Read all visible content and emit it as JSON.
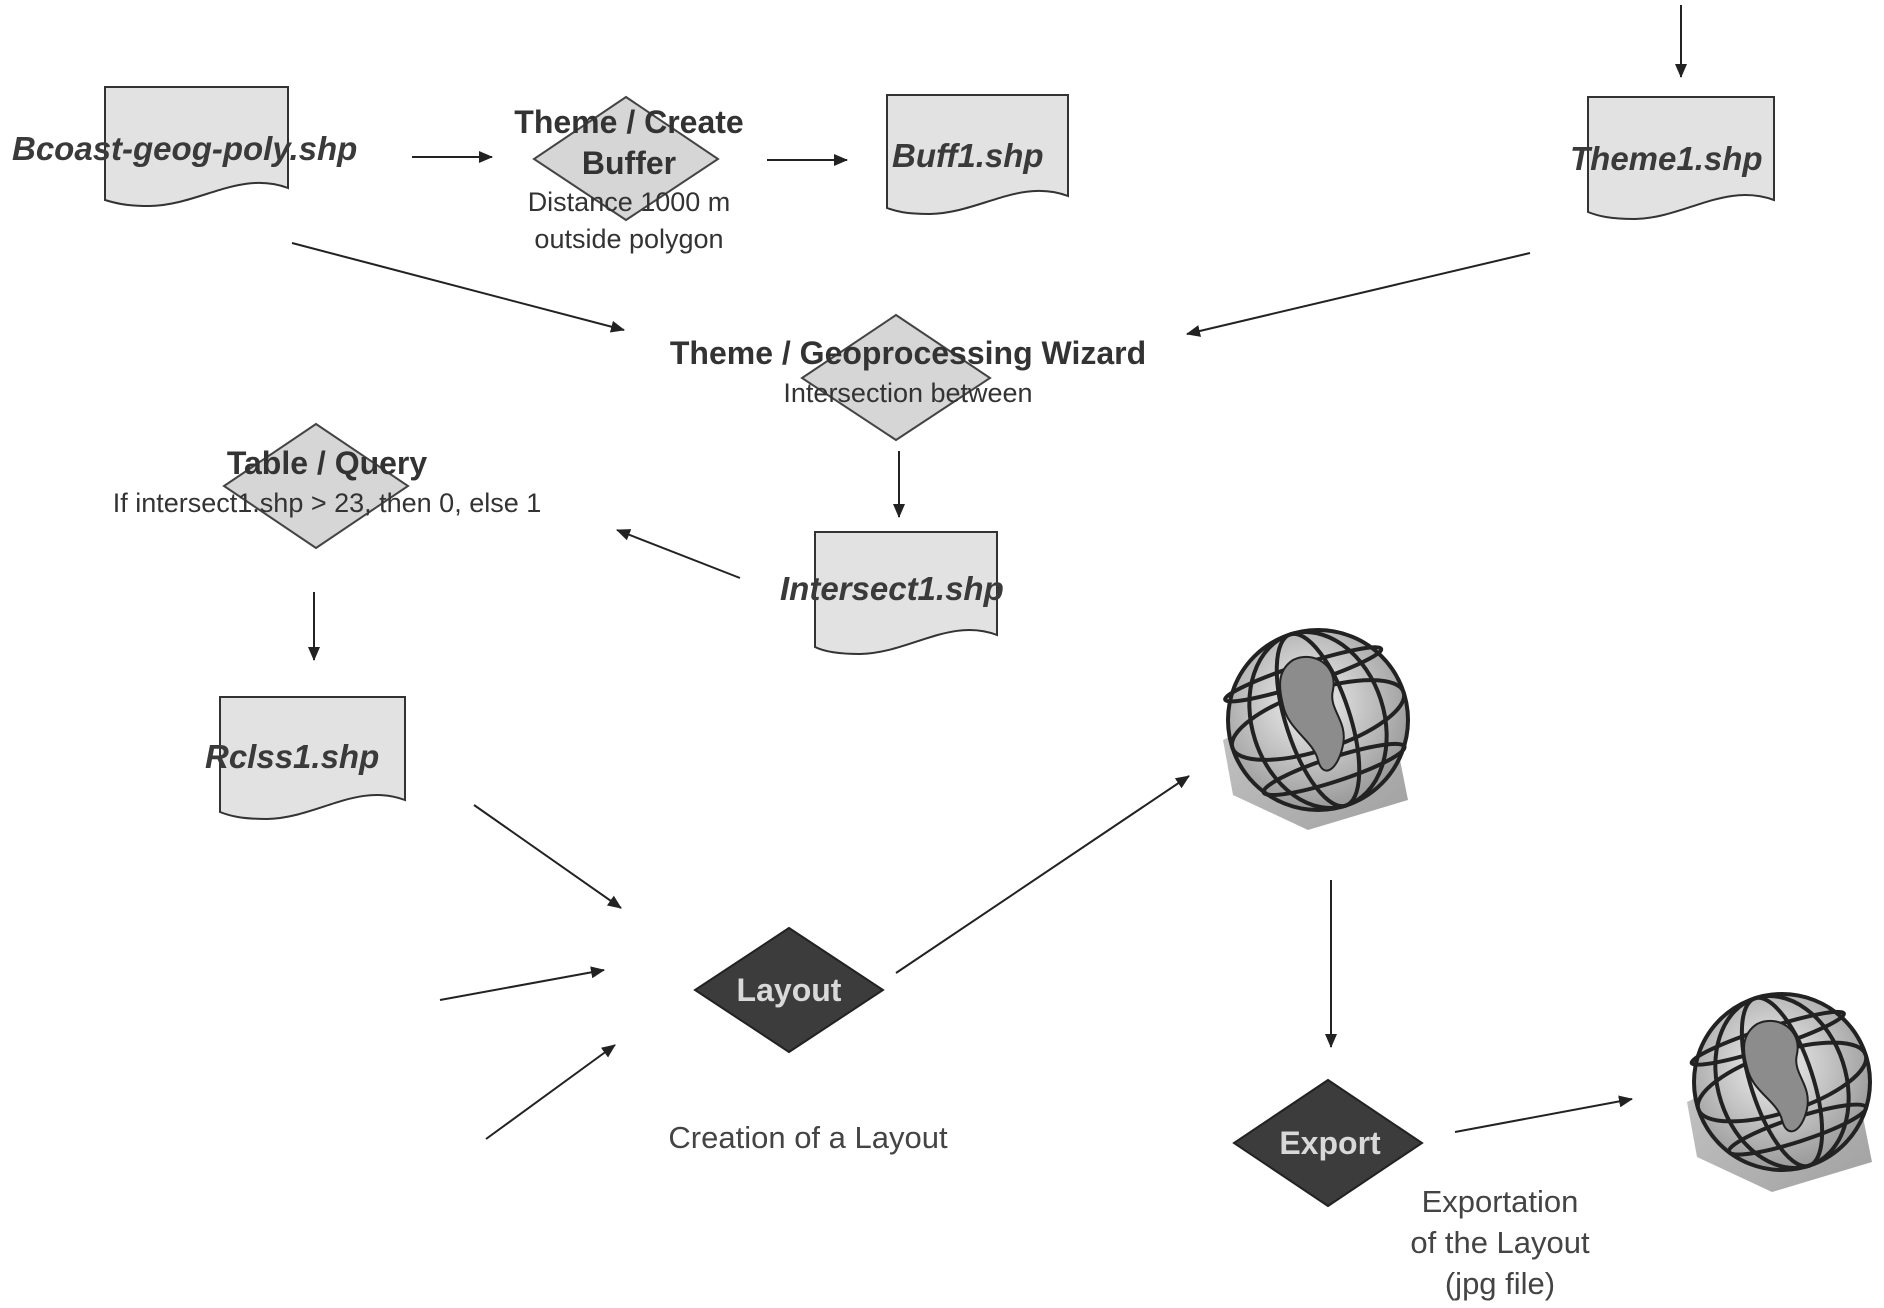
{
  "files": {
    "bcoast": "Bcoast-geog-poly.shp",
    "buff1": "Buff1.shp",
    "theme1": "Theme1.shp",
    "intersect1": "Intersect1.shp",
    "rclss1": "Rclss1.shp"
  },
  "operations": {
    "create_buffer": {
      "title_line1": "Theme / Create",
      "title_line2": "Buffer",
      "detail_line1": "Distance 1000 m",
      "detail_line2": "outside polygon"
    },
    "geoprocessing": {
      "title": "Theme / Geoprocessing Wizard",
      "detail": "Intersection between"
    },
    "query": {
      "title": "Table / Query",
      "detail": "If intersect1.shp > 23, then 0, else 1"
    },
    "layout": {
      "label": "Layout",
      "caption": "Creation of a Layout"
    },
    "export": {
      "label": "Export",
      "caption_line1": "Exportation",
      "caption_line2": "of the Layout",
      "caption_line3": "(jpg file)"
    }
  },
  "icons": {
    "globe_1": "globe-icon",
    "globe_2": "globe-icon"
  },
  "colors": {
    "document_fill": "#e2e2e2",
    "light_diamond_fill": "#d6d6d6",
    "dark_diamond_fill": "#3c3c3c",
    "line": "#222222"
  }
}
